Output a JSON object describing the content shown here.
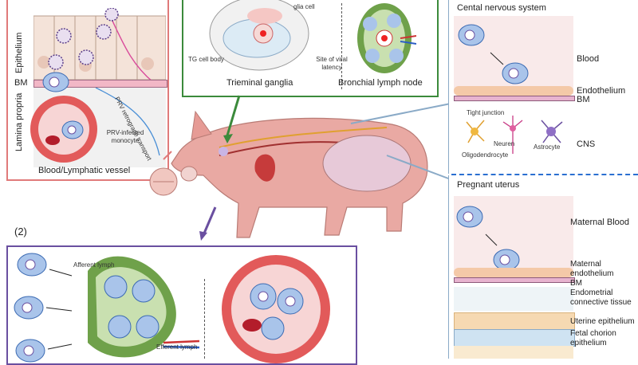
{
  "panel1": {
    "epithelium": "Epithelium",
    "bm": "BM",
    "lamina_propria": "Lamina propria",
    "prv_infected_monocyte": "PRV-infected monocyte",
    "prv_retrograde_transport": "PRV retrograde transport",
    "blood_vessel": "Blood/Lymphatic vessel"
  },
  "ganglia": {
    "glia_cell": "glia cell",
    "tg_cell_body": "TG cell body",
    "site_viral_latency": "Site of viral latency",
    "title": "Trieminal ganglia"
  },
  "lymph_node": {
    "title": "Bronchial lymph node"
  },
  "cns": {
    "title": "Cental nervous system",
    "blood": "Blood",
    "endothelium": "Endothelium",
    "bm": "BM",
    "tight_junction": "Tight junction",
    "neuron": "Neuren",
    "astrocyte": "Astrocyte",
    "oligodendrocyte": "Oligodendrocyte",
    "cns": "CNS"
  },
  "uterus": {
    "title": "Pregnant uterus",
    "maternal_blood": "Maternal Blood",
    "maternal_endothelium": "Maternal endothelium",
    "bm": "BM",
    "endometrial": "Endometrial connective tissue",
    "uterine_epithelium": "Uterine epithelium",
    "fetal_chorion": "Fetal chorion epithelium"
  },
  "panel2": {
    "label": "(2)",
    "afferent_lymph": "Afferent lymph",
    "efferent_lymph": "Efferent lymph"
  },
  "colors": {
    "panel1_border": "#e07a7a",
    "ganglia_border": "#3b8a3b",
    "panel2_border": "#6a4fa0",
    "cns_bg": "#f9eaea",
    "divider": "#2a6fd1",
    "pig": "#e9a9a3",
    "vessel": "#e25a5a"
  }
}
